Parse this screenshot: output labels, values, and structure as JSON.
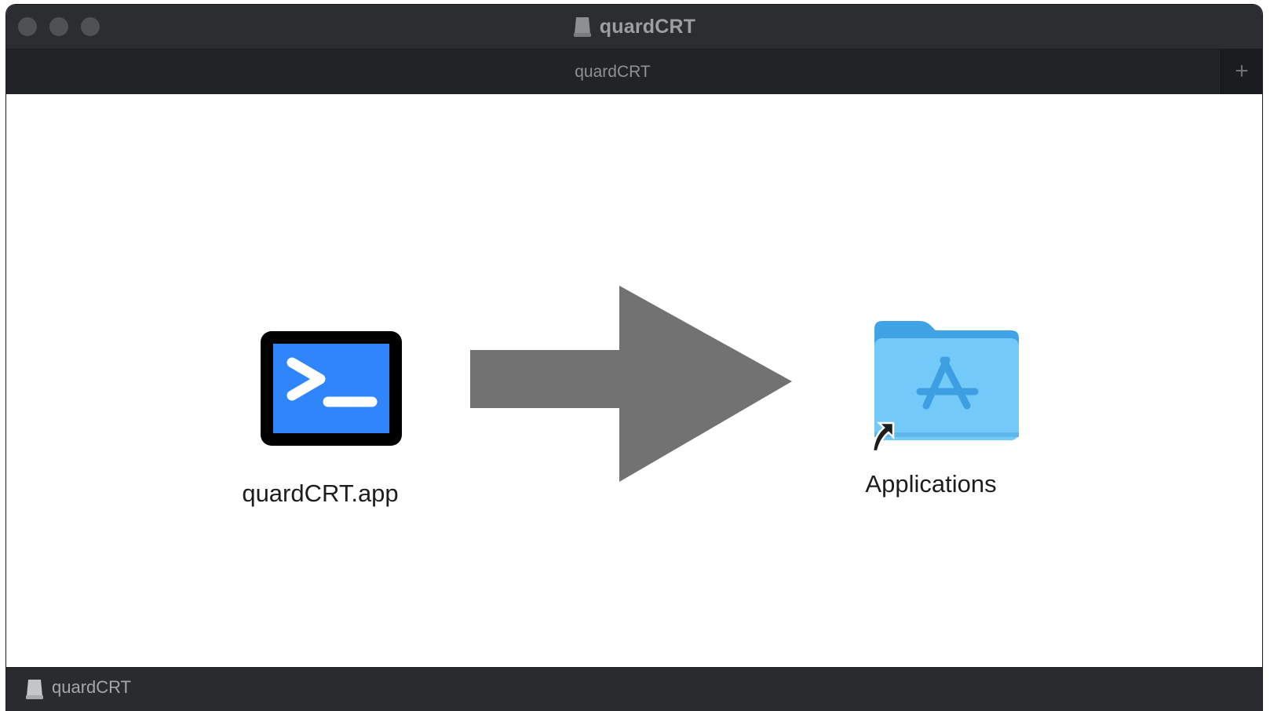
{
  "window": {
    "title": "quardCRT",
    "title_icon": "disk-icon",
    "traffic_lights": [
      "close",
      "minimize",
      "zoom"
    ]
  },
  "tabbar": {
    "tab_label": "quardCRT",
    "add_tab_symbol": "+"
  },
  "content": {
    "app": {
      "label": "quardCRT.app",
      "icon": "terminal-app-icon",
      "icon_colors": {
        "frame": "#000000",
        "screen": "#2f86fb",
        "glyph": "#ffffff"
      }
    },
    "arrow": {
      "icon": "right-arrow-icon",
      "color": "#727272"
    },
    "applications": {
      "label": "Applications",
      "icon": "applications-folder-icon",
      "alias_badge": "alias-arrow-icon",
      "colors": {
        "folder_back": "#3fa3e6",
        "folder_front": "#73c9f7",
        "glyph": "#3d9ee2"
      }
    }
  },
  "pathbar": {
    "label": "quardCRT",
    "icon": "disk-icon"
  }
}
